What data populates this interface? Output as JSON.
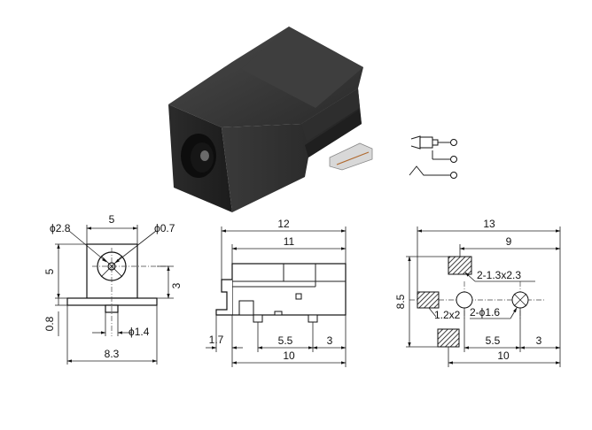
{
  "front_view": {
    "dim_width": "5",
    "dim_height": "5",
    "dim_hole": "ϕ2.8",
    "dim_pin": "ϕ0.7",
    "dim_center_height": "3",
    "dim_base": "0.8",
    "dim_peg": "ϕ1.4",
    "dim_base_width": "8.3"
  },
  "side_view": {
    "dim_total": "12",
    "dim_body": "11",
    "dim_left_offset": "1.7",
    "dim_pad_spacing": "5.5",
    "dim_pad_end": "3",
    "dim_length": "10"
  },
  "footprint": {
    "dim_total": "13",
    "dim_inner": "9",
    "dim_slot": "2-1.3x2.3",
    "dim_height": "8.5",
    "dim_pad": "1.2x2",
    "dim_holes": "2-ϕ1.6",
    "dim_hole_spacing": "5.5",
    "dim_hole_end": "3",
    "dim_length": "10"
  }
}
